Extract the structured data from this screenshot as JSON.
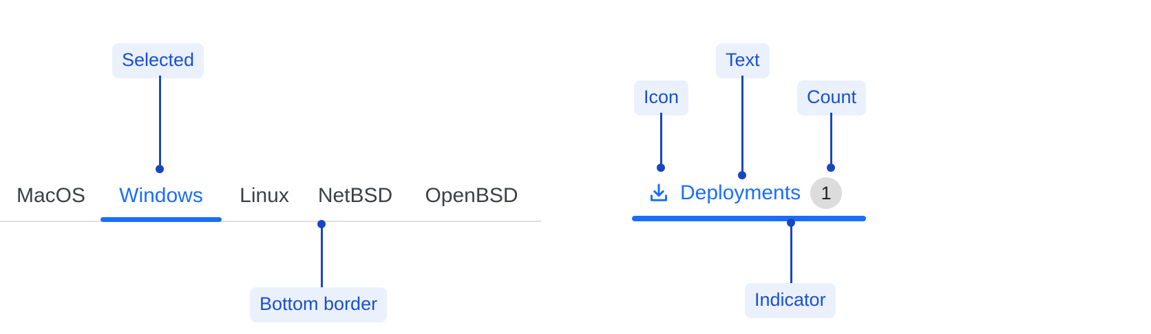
{
  "left_tabs": {
    "items": [
      {
        "label": "MacOS",
        "selected": false
      },
      {
        "label": "Windows",
        "selected": true
      },
      {
        "label": "Linux",
        "selected": false
      },
      {
        "label": "NetBSD",
        "selected": false
      },
      {
        "label": "OpenBSD",
        "selected": false
      }
    ]
  },
  "right_tab": {
    "icon": "download-icon",
    "label": "Deployments",
    "count": "1",
    "selected": true
  },
  "annotations": [
    {
      "id": "selected",
      "label": "Selected"
    },
    {
      "id": "bottom-border",
      "label": "Bottom border"
    },
    {
      "id": "icon",
      "label": "Icon"
    },
    {
      "id": "text",
      "label": "Text"
    },
    {
      "id": "count",
      "label": "Count"
    },
    {
      "id": "indicator",
      "label": "Indicator"
    }
  ],
  "colors": {
    "accent": "#1a6dff",
    "annotation_text": "#1a4fd0",
    "annotation_bg": "#eaf1fd",
    "connector": "#1747c0",
    "tab_text": "#3c4043",
    "tabstrip_border": "#e0e0e0",
    "badge_bg": "#dcdcdc",
    "badge_text": "#202124"
  }
}
